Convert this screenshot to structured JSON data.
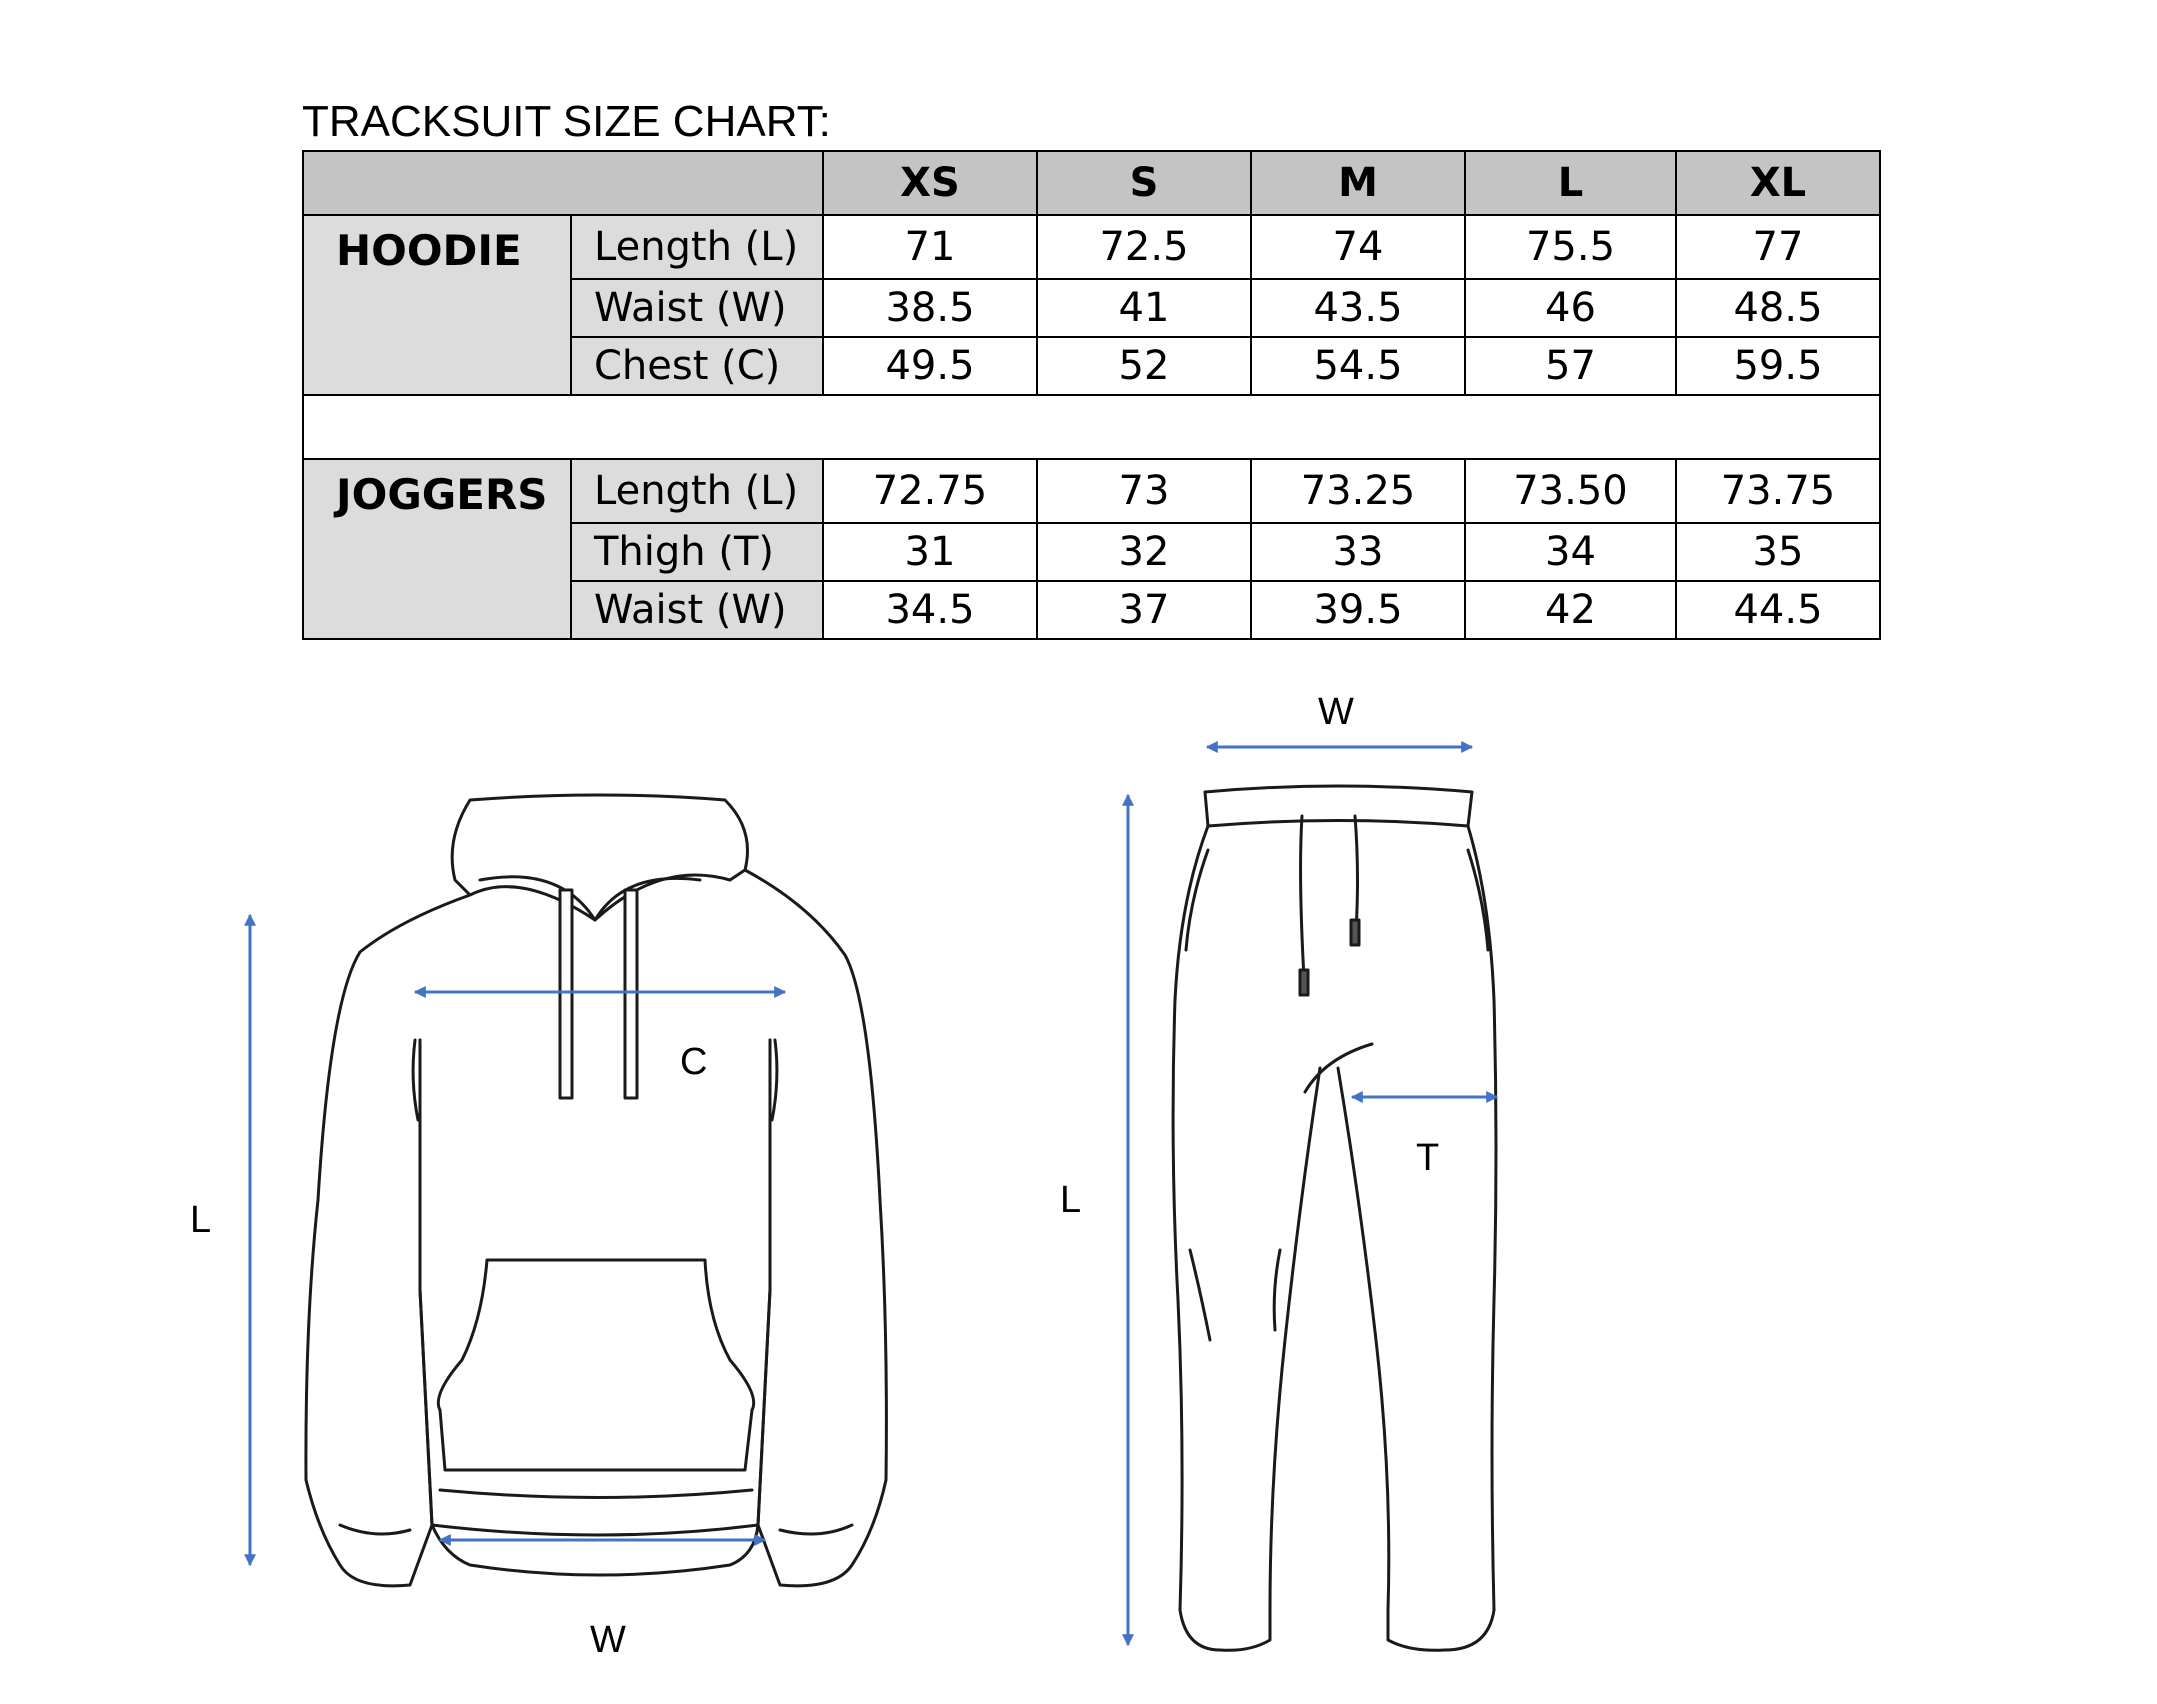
{
  "title": "TRACKSUIT SIZE CHART:",
  "sizes": [
    "XS",
    "S",
    "M",
    "L",
    "XL"
  ],
  "groups": [
    {
      "name": "HOODIE",
      "rows": [
        {
          "label": "Length (L)",
          "values": [
            "71",
            "72.5",
            "74",
            "75.5",
            "77"
          ]
        },
        {
          "label": "Waist (W)",
          "values": [
            "38.5",
            "41",
            "43.5",
            "46",
            "48.5"
          ]
        },
        {
          "label": "Chest (C)",
          "values": [
            "49.5",
            "52",
            "54.5",
            "57",
            "59.5"
          ]
        }
      ]
    },
    {
      "name": "JOGGERS",
      "rows": [
        {
          "label": "Length (L)",
          "values": [
            "72.75",
            "73",
            "73.25",
            "73.50",
            "73.75"
          ]
        },
        {
          "label": "Thigh (T)",
          "values": [
            "31",
            "32",
            "33",
            "34",
            "35"
          ]
        },
        {
          "label": "Waist (W)",
          "values": [
            "34.5",
            "37",
            "39.5",
            "42",
            "44.5"
          ]
        }
      ]
    }
  ],
  "hoodie_labels": {
    "length": "L",
    "chest": "C",
    "waist": "W"
  },
  "joggers_labels": {
    "length": "L",
    "thigh": "T",
    "waist": "W"
  },
  "colors": {
    "header_bg": "#c4c4c4",
    "label_bg": "#dcdcdc",
    "arrow": "#4472c4",
    "outline": "#1a1a1a"
  },
  "icons": [
    "hoodie-illustration",
    "joggers-illustration",
    "measurement-arrow-icon"
  ]
}
